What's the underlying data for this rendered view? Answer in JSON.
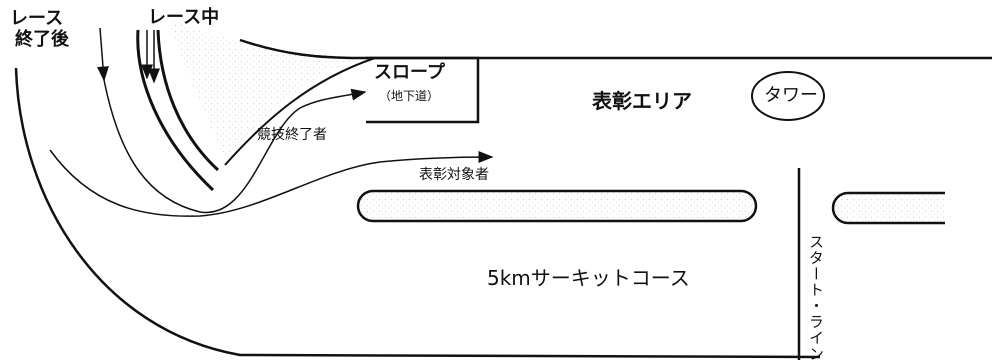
{
  "labels": {
    "race_finished": [
      "レース",
      "終了後"
    ],
    "race_ongoing": "レース中",
    "slope": "スロープ",
    "underpass": "（地下道）",
    "finished_competitors": "競技終了者",
    "award_area": "表彰エリア",
    "tower": "タワー",
    "award_recipients": "表彰対象者",
    "circuit_course": "5kmサーキットコース",
    "start_line": "スタート・ライン"
  },
  "colors": {
    "ink": "#111111",
    "background": "#ffffff",
    "texture": "#d8d8d8"
  }
}
